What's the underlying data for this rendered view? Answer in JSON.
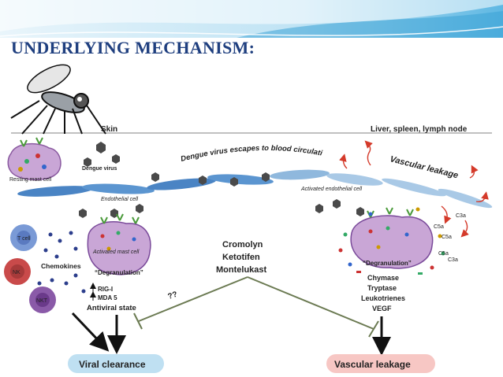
{
  "slide": {
    "title": "UNDERLYING MECHANISM:"
  },
  "figure": {
    "skin_label": "Skin",
    "organs_label": "Liver, spleen, lymph node",
    "resting_mast_cell": "Resting mast cell",
    "dengue_virus": "Dengue virus",
    "escape_text": "Dengue virus escapes to blood circulation",
    "endothelial_cell": "Endothelial cell",
    "activated_endothelial_cell": "Activated endothelial cell",
    "vascular_leakage_top": "Vascular leakage",
    "t_cell": "T cell",
    "nk": "NK",
    "nkt": "NKT",
    "chemokines": "Chemokines",
    "activated_mast_cell": "Activated mast cell",
    "degranulation_left": "“Degranulation”",
    "rig": "RIG-I",
    "mda": "MDA 5",
    "antiviral_state": "Antiviral state",
    "drug1": "Cromolyn",
    "drug2": "Ketotifen",
    "drug3": "Montelukast",
    "question": "??",
    "degranulation_right": "“Degranulation”",
    "mediator1": "Chymase",
    "mediator2": "Tryptase",
    "mediator3": "Leukotrienes",
    "mediator4": "VEGF",
    "c5a": "C5a",
    "c3a": "C3a",
    "viral_clearance": "Viral clearance",
    "vascular_leakage_bottom": "Vascular leakage",
    "colors": {
      "title": "#1f3f7f",
      "mast_cell": "#c9a6d6",
      "endothelial": "#4a84c4",
      "virus": "#4a4a4a",
      "pill_left": "#bfe0f2",
      "pill_right": "#f7c7c4",
      "red_arrow": "#d43a2a",
      "inhibit_line": "#6b7a52"
    }
  }
}
